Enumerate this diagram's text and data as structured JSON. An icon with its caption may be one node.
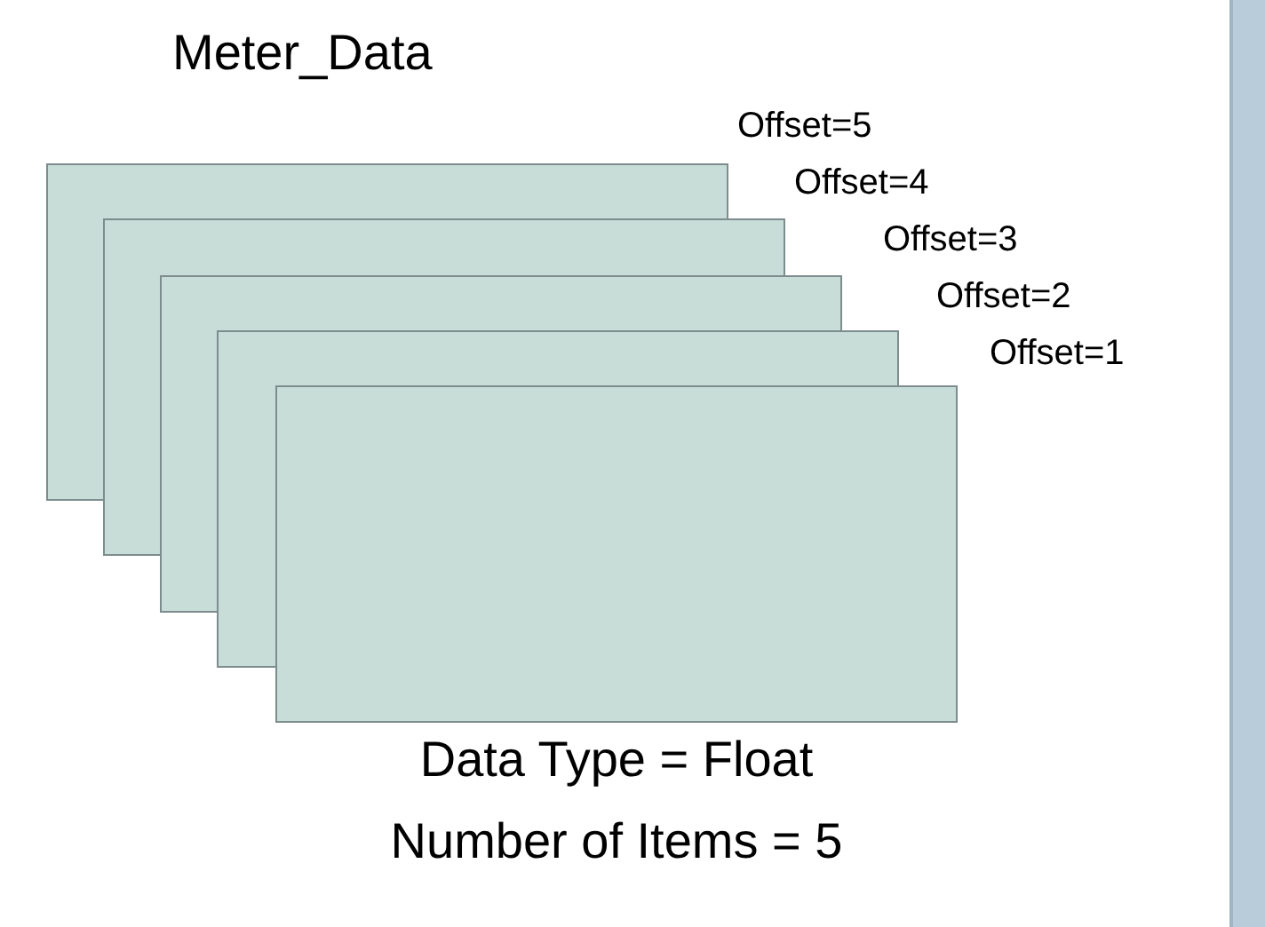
{
  "diagram": {
    "title": "Meter_Data",
    "nodes": [
      {
        "text": [],
        "shape": "box",
        "beside": [
          "Offset=5"
        ]
      },
      {
        "text": [],
        "shape": "box",
        "beside": [
          "Offset=4"
        ]
      },
      {
        "text": [],
        "shape": "box",
        "beside": [
          "Offset=3"
        ]
      },
      {
        "text": [],
        "shape": "box",
        "beside": [
          "Offset=2"
        ]
      },
      {
        "text": [],
        "shape": "box",
        "beside": [
          "Offset=1"
        ]
      },
      {
        "text": [],
        "shape": "bar"
      }
    ],
    "edges": [],
    "labels": [
      "Data Type = Float",
      "Number of Items = 5"
    ]
  }
}
